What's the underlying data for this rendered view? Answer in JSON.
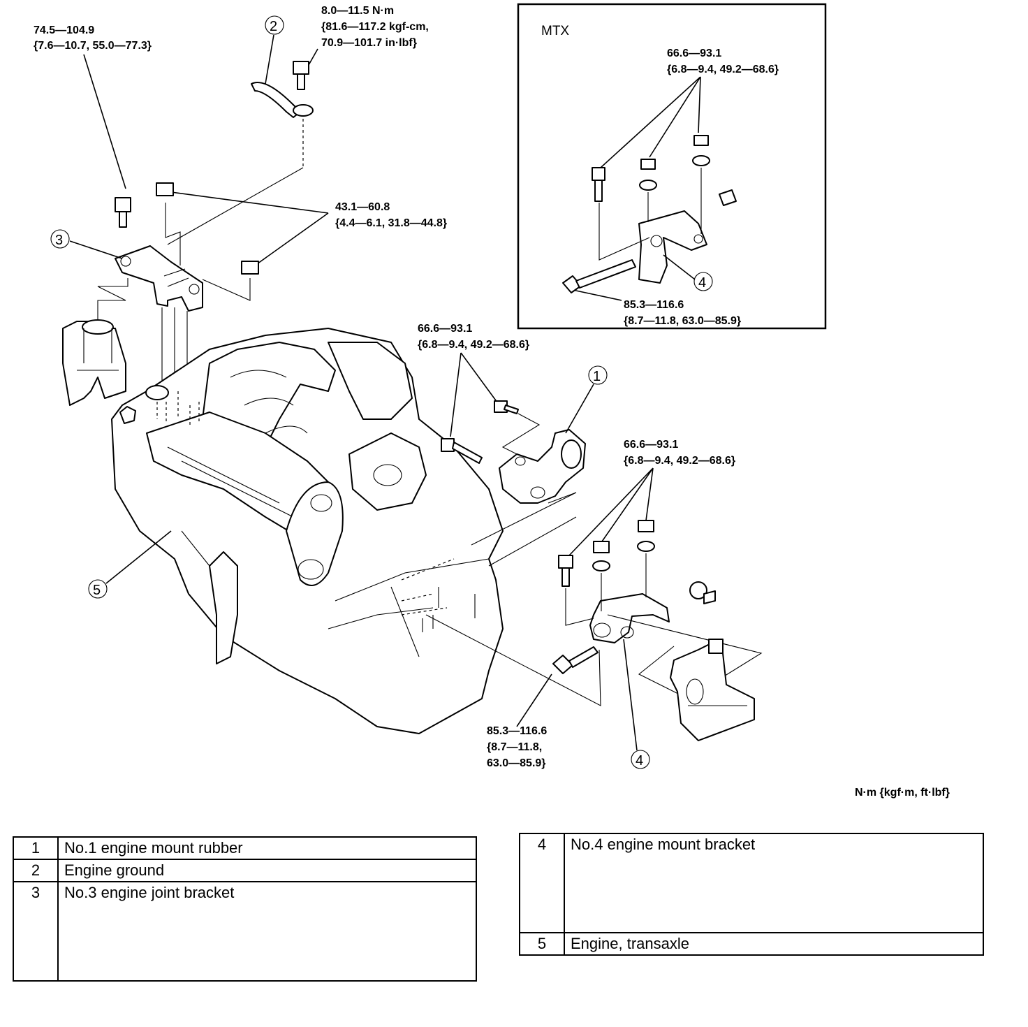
{
  "torque_specs": {
    "top_left": [
      "74.5—104.9",
      "{7.6—10.7, 55.0—77.3}"
    ],
    "engine_ground": [
      "8.0—11.5 N·m",
      "{81.6—117.2 kgf-cm,",
      "70.9—101.7 in·lbf}"
    ],
    "joint_bracket_nuts": [
      "43.1—60.8",
      "{4.4—6.1, 31.8—44.8}"
    ],
    "mount_rubber_bolts": [
      "66.6—93.1",
      "{6.8—9.4, 49.2—68.6}"
    ],
    "mtx_bracket_nuts": [
      "66.6—93.1",
      "{6.8—9.4, 49.2—68.6}"
    ],
    "mtx_through_bolt": [
      "85.3—116.6",
      "{8.7—11.8, 63.0—85.9}"
    ],
    "no4_bracket_nuts": [
      "66.6—93.1",
      "{6.8—9.4, 49.2—68.6}"
    ],
    "no4_through_bolt": [
      "85.3—116.6",
      "{8.7—11.8,",
      "63.0—85.9}"
    ]
  },
  "mtx_label": "MTX",
  "units": "N·m {kgf·m, ft·lbf}",
  "callouts": [
    "1",
    "2",
    "3",
    "4",
    "4",
    "5"
  ],
  "legend": [
    {
      "num": "1",
      "name": "No.1 engine mount rubber"
    },
    {
      "num": "2",
      "name": "Engine ground"
    },
    {
      "num": "3",
      "name": "No.3 engine joint bracket"
    },
    {
      "num": "4",
      "name": "No.4 engine mount bracket"
    },
    {
      "num": "5",
      "name": "Engine, transaxle"
    }
  ]
}
